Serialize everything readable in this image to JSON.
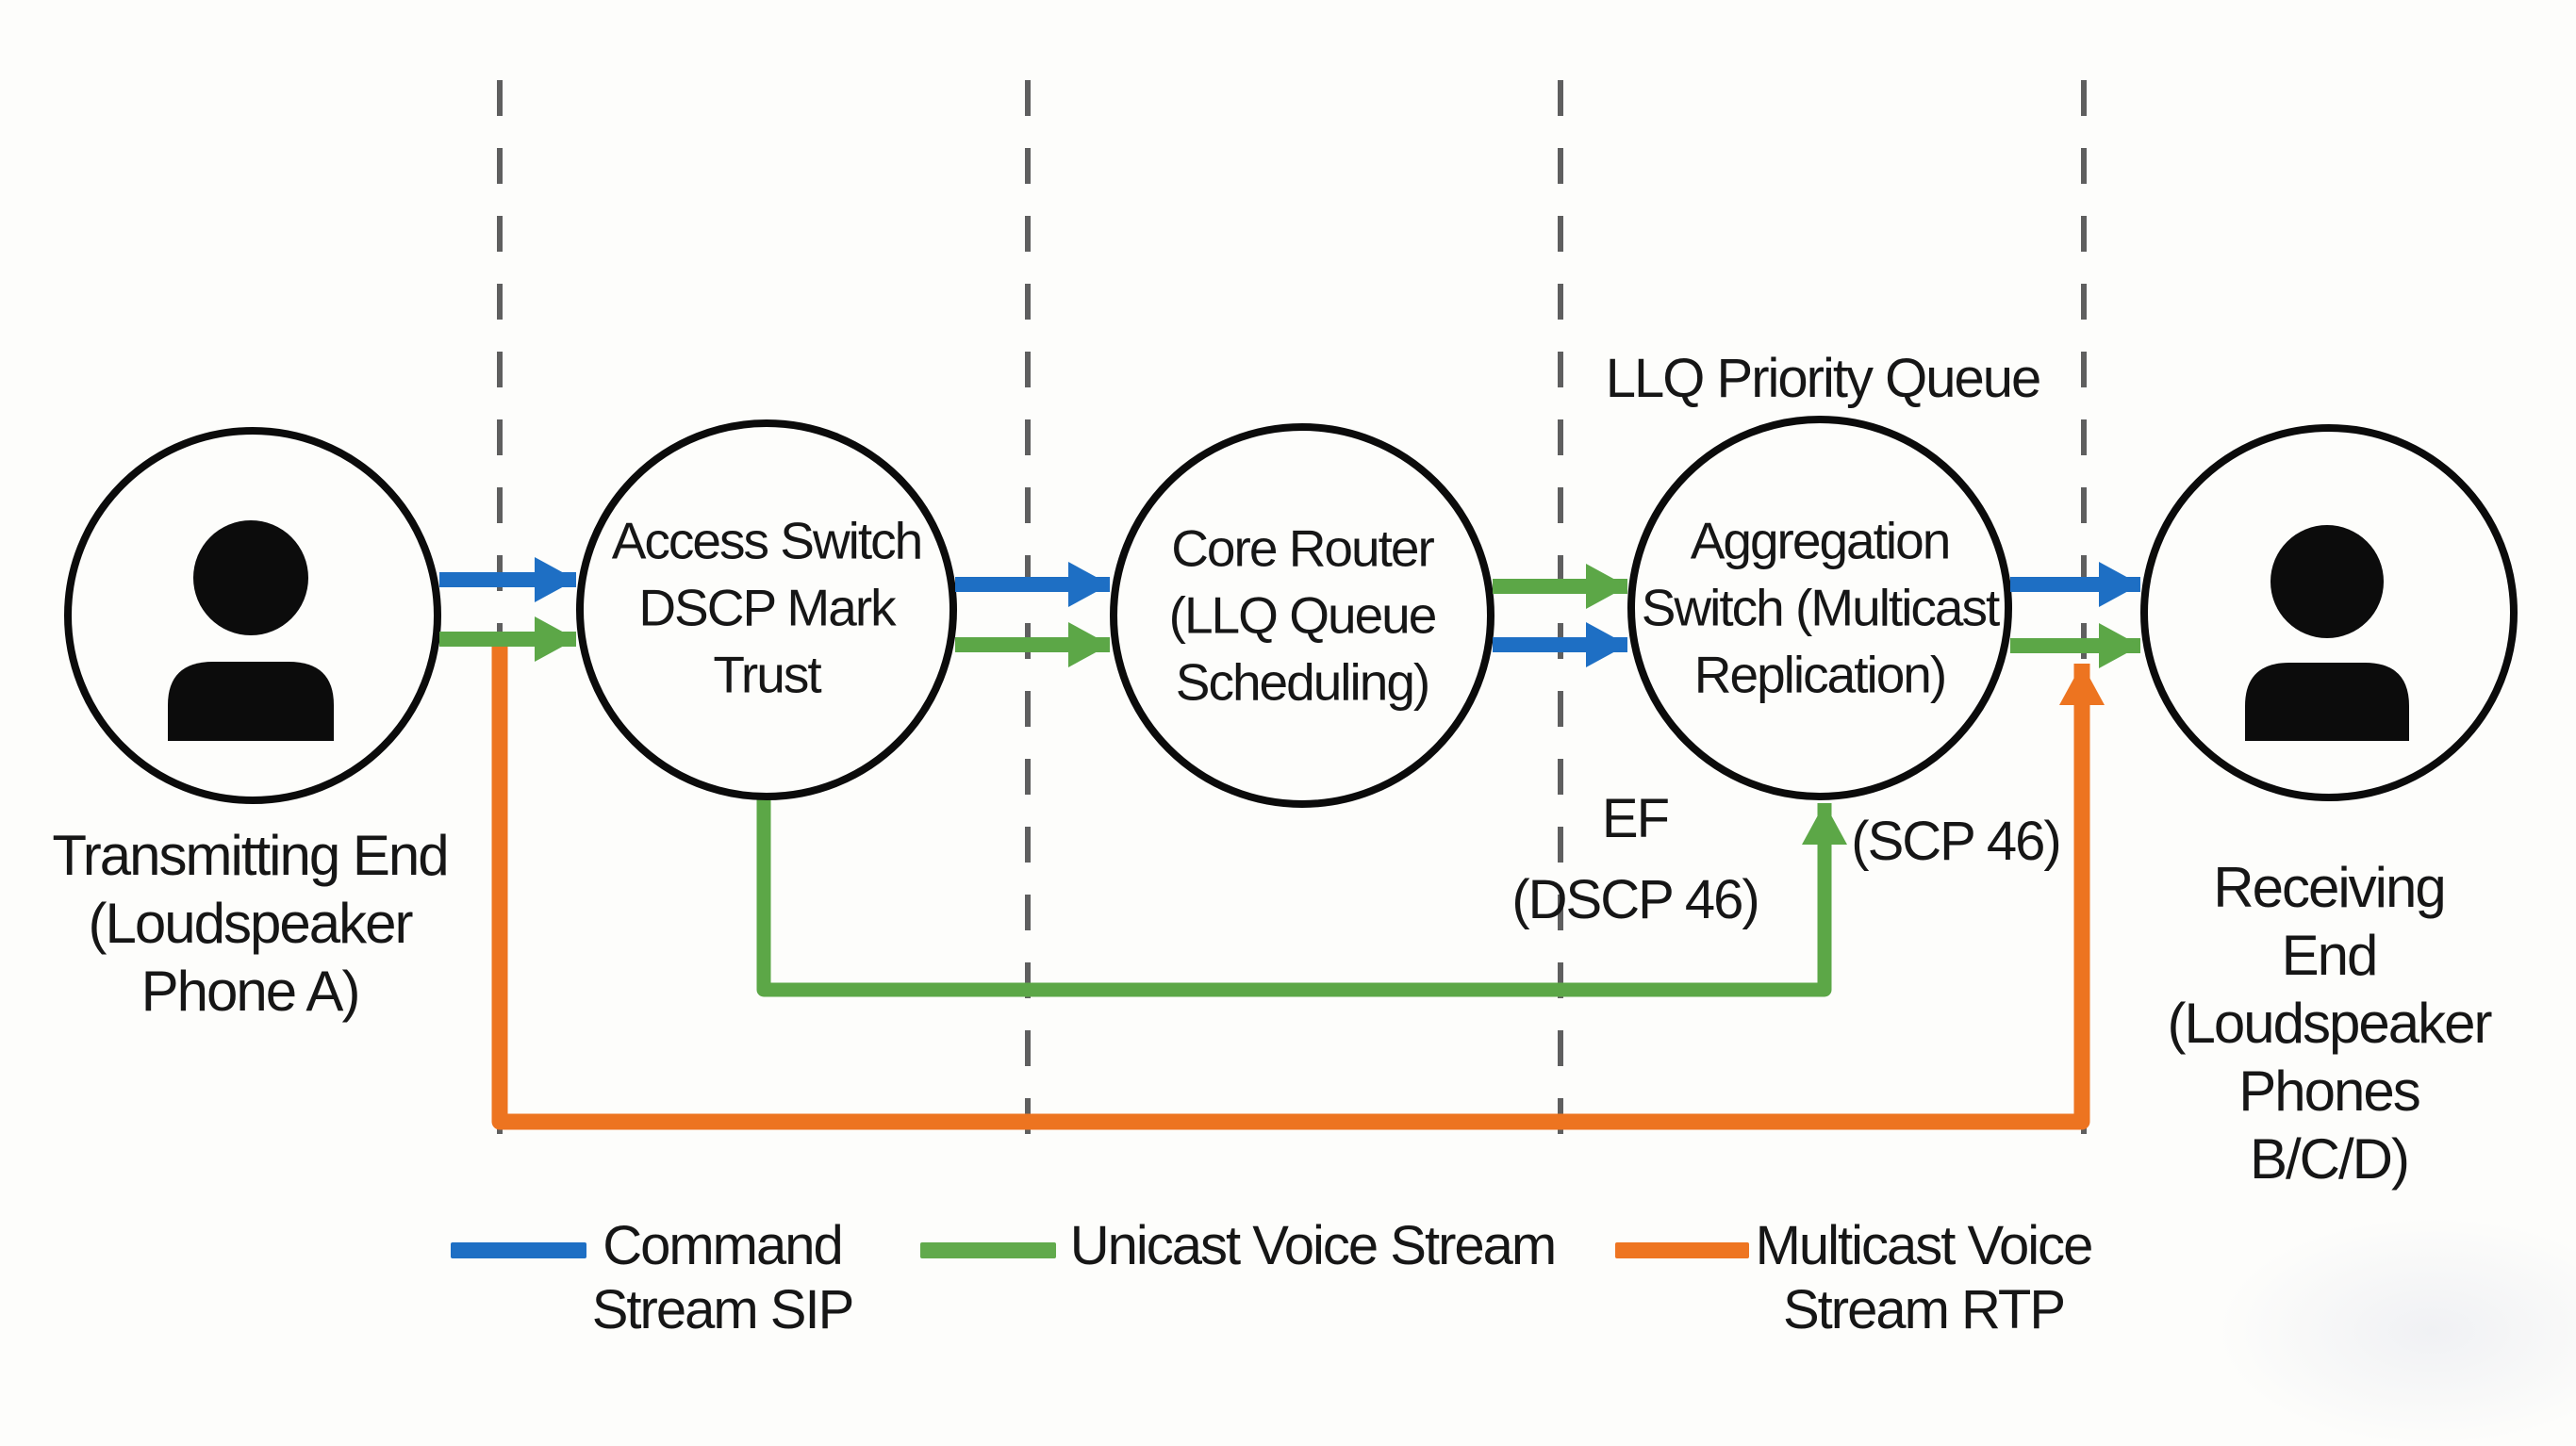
{
  "diagram": {
    "nodes": [
      {
        "id": "transmitting-end",
        "type": "person",
        "label": "Transmitting End\n(Loudspeaker\nPhone A)"
      },
      {
        "id": "access-switch",
        "type": "process",
        "label": "Access Switch\nDSCP Mark\nTrust"
      },
      {
        "id": "core-router",
        "type": "process",
        "label": "Core Router\n(LLQ Queue\nScheduling)"
      },
      {
        "id": "aggregation-switch",
        "type": "process",
        "label": "Aggregation\nSwitch (Multicast\nReplication)"
      },
      {
        "id": "receiving-end",
        "type": "person",
        "label": "Receiving End\n(Loudspeaker\nPhones B/C/D)"
      }
    ],
    "annotations": {
      "llq_priority_queue": "LLQ Priority Queue",
      "ef_dscp46": "EF\n(DSCP 46)",
      "scp46": "(SCP 46)"
    },
    "legend": [
      {
        "id": "command-stream-sip",
        "label": "Command\nStream SIP",
        "color": "#1e6fc4"
      },
      {
        "id": "unicast-voice-stream",
        "label": "Unicast Voice Stream",
        "color": "#61aa4c"
      },
      {
        "id": "multicast-voice-stream",
        "label": "Multicast Voice\nStream RTP",
        "color": "#ee7522"
      }
    ],
    "colors": {
      "command_stream": "#1e6fc4",
      "unicast_stream": "#5ca747",
      "multicast_stream": "#ed7420",
      "lane_divider": "#5f5f5f",
      "node_stroke": "#0b0b0b",
      "text": "#161616",
      "background": "#fdfdfb"
    }
  }
}
